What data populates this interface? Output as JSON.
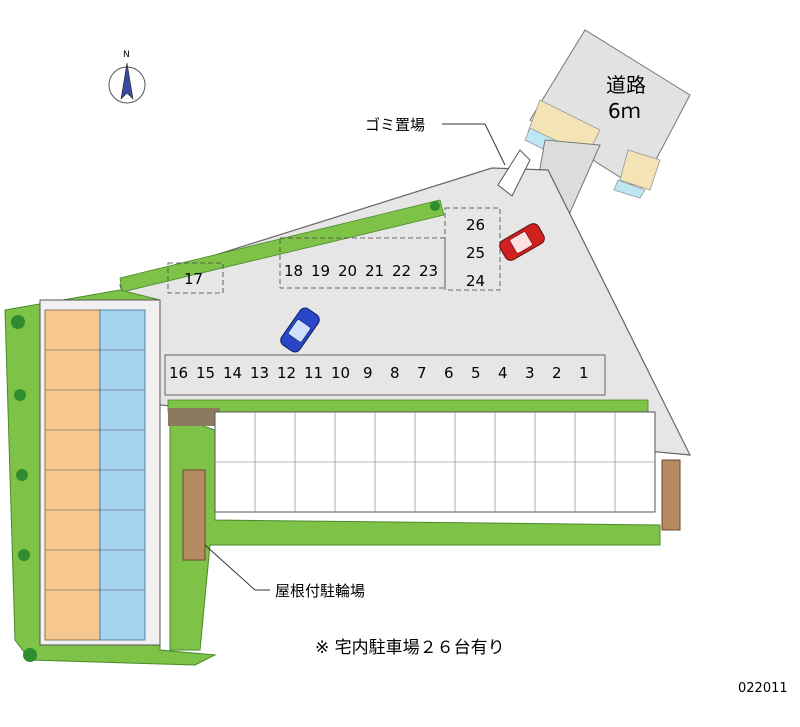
{
  "compass": {
    "north_label": "N",
    "icon": "north-arrow-icon"
  },
  "road": {
    "name": "道路",
    "width": "6ｍ"
  },
  "labels": {
    "garbage": "ゴミ置場",
    "bicycle": "屋根付駐輪場"
  },
  "footnote": "※ 宅内駐車場２６台有り",
  "code": "022011",
  "parking": {
    "top_row": [
      "18",
      "19",
      "20",
      "21",
      "22",
      "23"
    ],
    "single": "17",
    "right_column": [
      "26",
      "25",
      "24"
    ],
    "bottom_row": [
      "16",
      "15",
      "14",
      "13",
      "12",
      "11",
      "10",
      "9",
      "8",
      "7",
      "6",
      "5",
      "4",
      "3",
      "2",
      "1"
    ]
  },
  "cars": [
    {
      "name": "blue-car",
      "color": "#2a46c8"
    },
    {
      "name": "red-car",
      "color": "#d02020"
    }
  ],
  "colors": {
    "lot": "#e6e6e6",
    "green": "#7fc248",
    "tree": "#2f8c2f",
    "building_orange": "#f6c78f",
    "building_blue": "#a6d3ee",
    "building_gray": "#d6d6d6",
    "sidewalk": "#f3e3b5",
    "water": "#bde7f2",
    "roof": "#b58a60"
  }
}
